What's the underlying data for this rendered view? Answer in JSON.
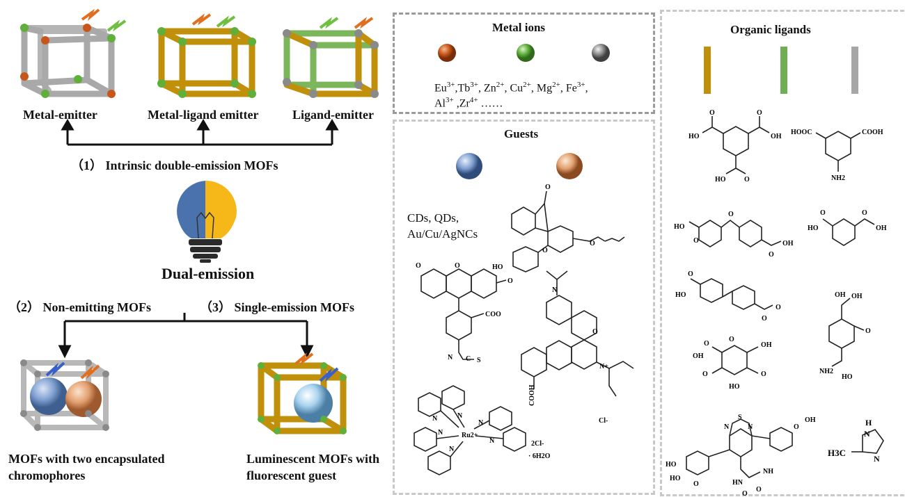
{
  "left": {
    "emitters": [
      "Metal-emitter",
      "Metal-ligand emitter",
      "Ligand-emitter"
    ],
    "intrinsic": "（1）  Intrinsic double-emission MOFs",
    "center_label": "Dual-emission",
    "non_emitting": "（2）  Non-emitting MOFs",
    "single_emission": "（3）  Single-emission MOFs",
    "bottom_left": [
      "MOFs with two encapsulated",
      "chromophores"
    ],
    "bottom_right": [
      "Luminescent MOFs with",
      "fluorescent guest"
    ]
  },
  "metal_ions": {
    "title": "Metal ions",
    "line1": [
      "Eu",
      "3+",
      ",Tb",
      "3+",
      ", Zn",
      "2+",
      ", Cu",
      "2+",
      ", Mg",
      "2+",
      ", Fe",
      "3+",
      ","
    ],
    "line2": [
      "Al",
      "3+",
      " ,Zr",
      "4+",
      "  ……"
    ],
    "colors": [
      "#c8561a",
      "#5faf3a",
      "#8a8a8a"
    ]
  },
  "guests": {
    "title": "Guests",
    "text": [
      "CDs, QDs,",
      "Au/Cu/AgNCs"
    ],
    "chem_labels": [
      "O",
      "O",
      "O",
      "HO",
      "O",
      "O",
      "O",
      "COO",
      "N",
      "C",
      "S",
      "N",
      "O",
      "COOH",
      "N+",
      "Cl-",
      "N",
      "N",
      "N",
      "N",
      "N",
      "N",
      "Ru2+",
      "2Cl-",
      "· 6H2O"
    ]
  },
  "ligands": {
    "title": "Organic ligands",
    "colors": [
      "#c0900a",
      "#6fae55",
      "#a6a6a6"
    ],
    "chem_labels": [
      "HO",
      "OH",
      "O",
      "O",
      "O",
      "HO",
      "HOOC",
      "COOH",
      "NH2",
      "HO",
      "OH",
      "O",
      "O",
      "O",
      "HO",
      "O",
      "O",
      "OH",
      "O",
      "HO",
      "O",
      "O",
      "OH",
      "OH",
      "O",
      "NH2",
      "HO",
      "O",
      "OH",
      "O",
      "OH",
      "O",
      "HO",
      "O",
      "HO",
      "S",
      "N",
      "N",
      "OH",
      "O",
      "HO",
      "O",
      "NH",
      "HN",
      "O",
      "O",
      "H",
      "N",
      "N",
      "H3C"
    ]
  }
}
